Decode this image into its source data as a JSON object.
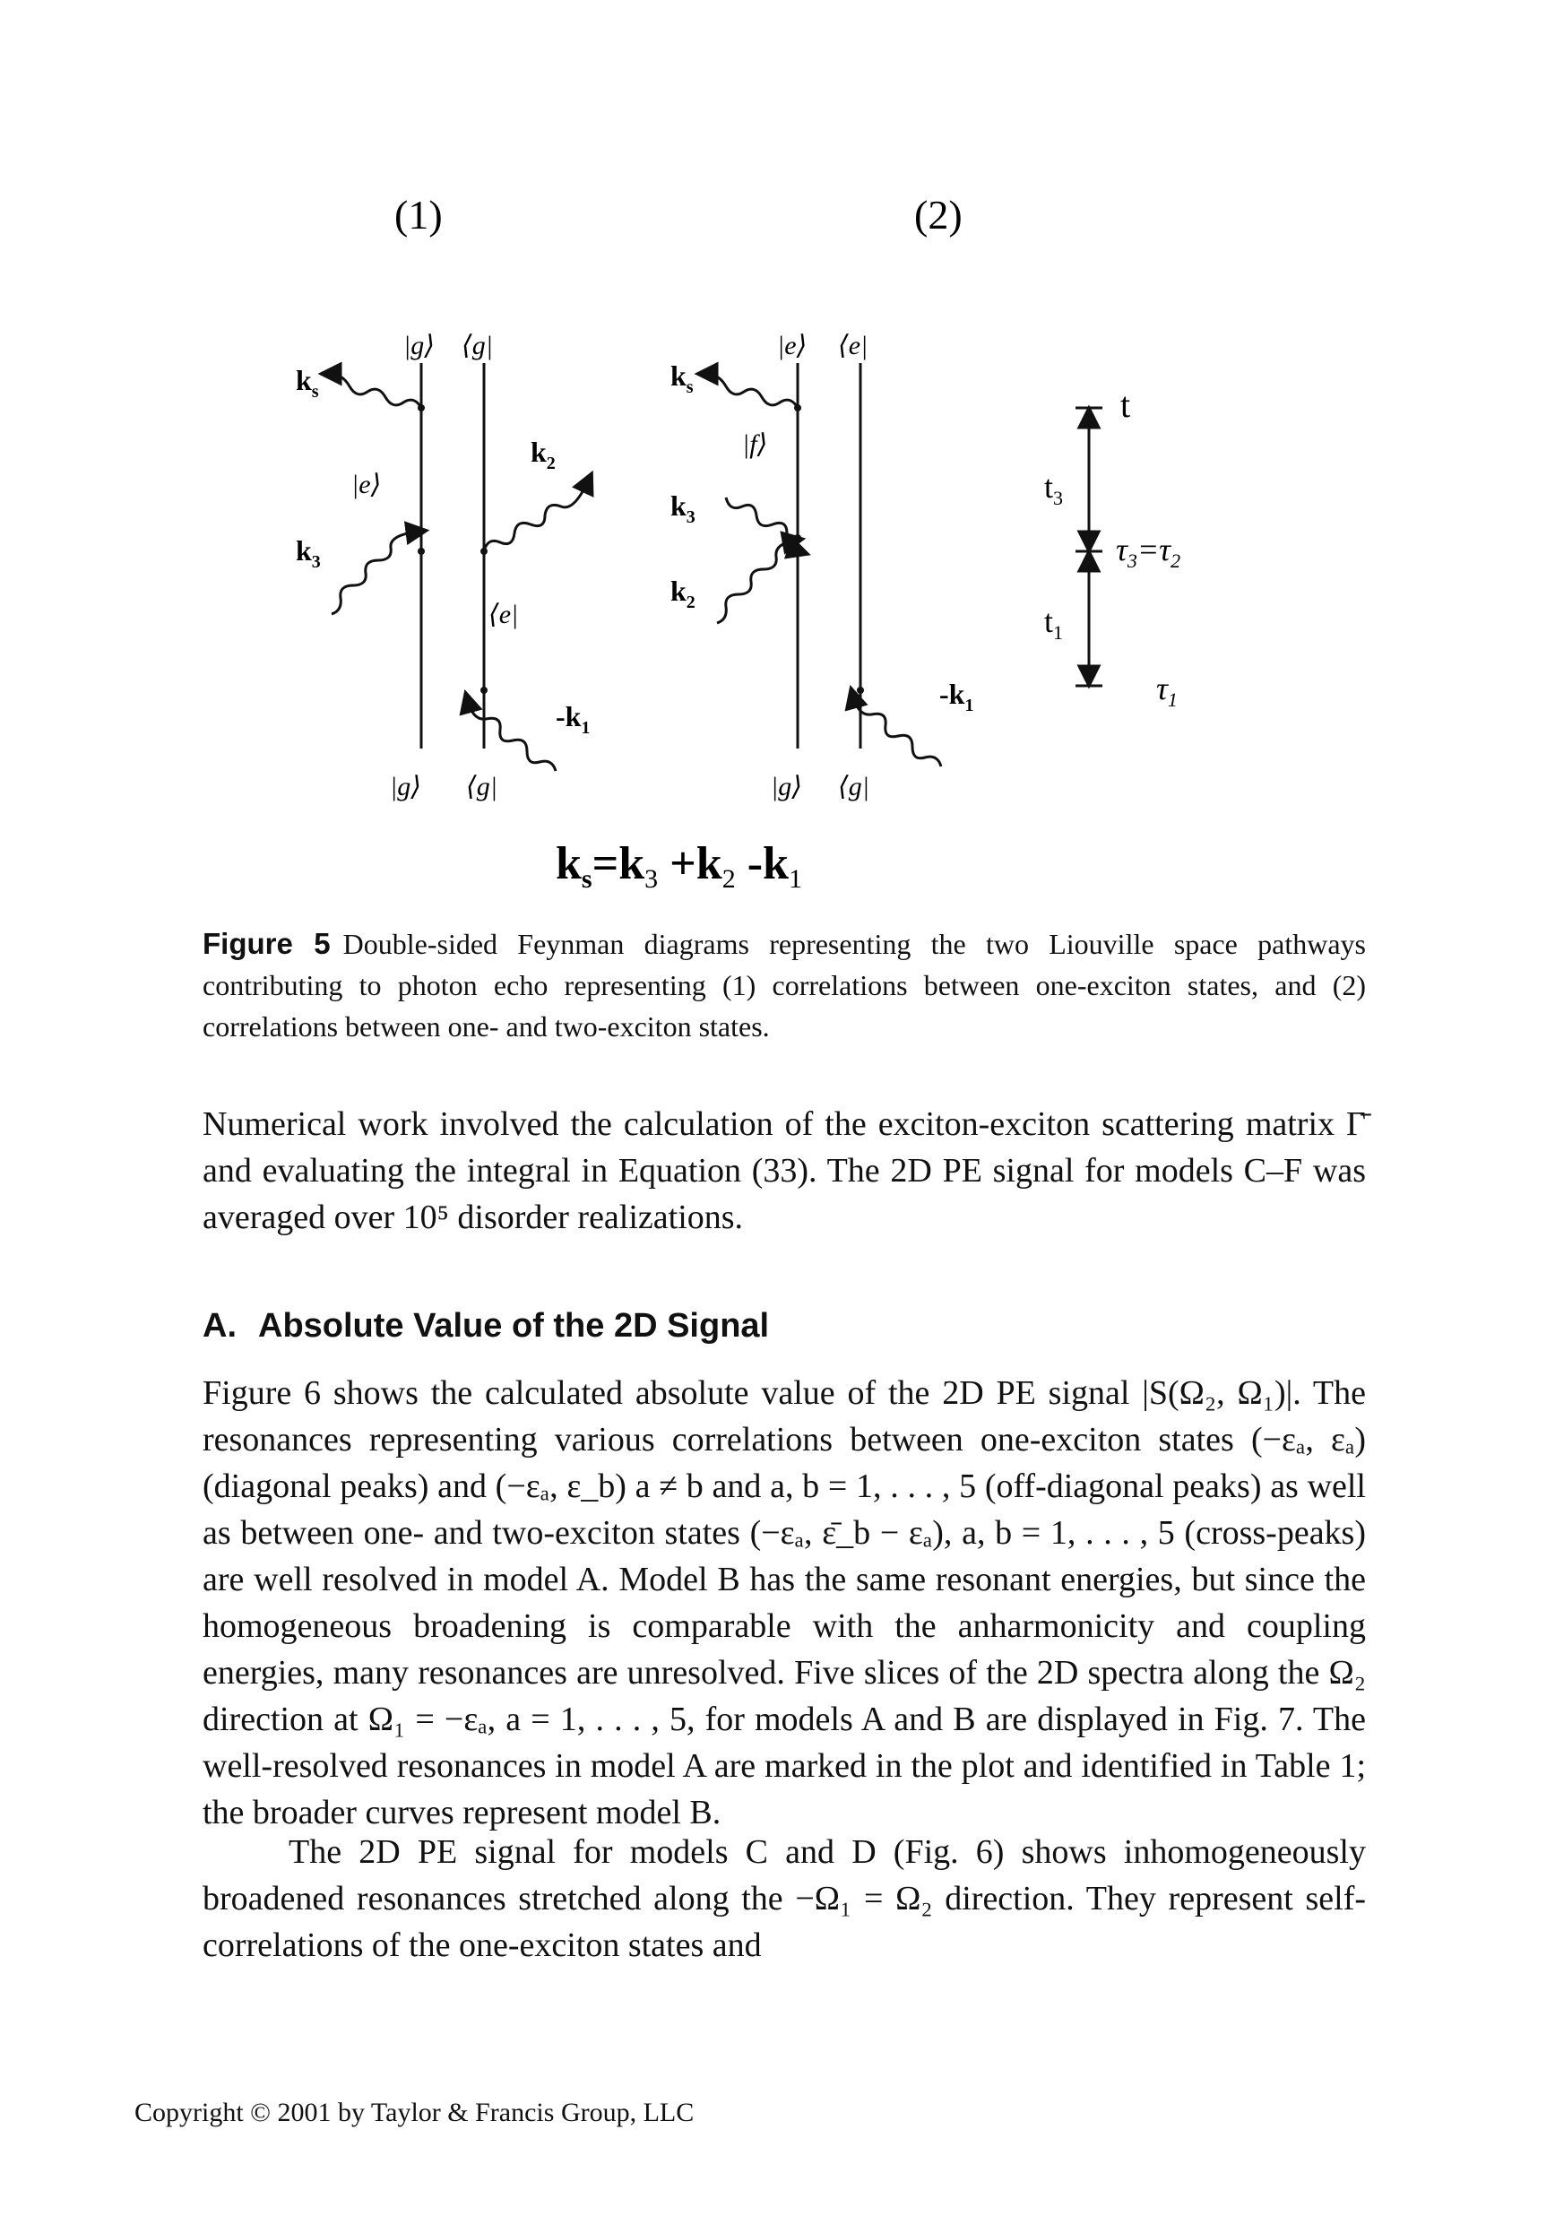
{
  "figure": {
    "panel_labels": [
      "(1)",
      "(2)"
    ],
    "diagram1": {
      "top_ket": "|g⟩",
      "top_bra": "⟨g|",
      "mid_ket": "|e⟩",
      "mid_bra": "⟨e|",
      "bottom_ket": "|g⟩",
      "bottom_bra": "⟨g|",
      "k_s": "k",
      "k_s_sub": "s",
      "k_3": "k",
      "k_3_sub": "3",
      "k_2": "k",
      "k_2_sub": "2",
      "k_1": "-k",
      "k_1_sub": "1"
    },
    "diagram2": {
      "top_ket": "|e⟩",
      "top_bra": "⟨e|",
      "mid_ket": "|f⟩",
      "bottom_ket": "|g⟩",
      "bottom_bra": "⟨g|",
      "k_s": "k",
      "k_s_sub": "s",
      "k_3": "k",
      "k_3_sub": "3",
      "k_2": "k",
      "k_2_sub": "2",
      "k_1": "-k",
      "k_1_sub": "1"
    },
    "timeline": {
      "t": "t",
      "t3": "t",
      "t3_sub": "3",
      "t1": "t",
      "t1_sub": "1",
      "tau32": "τ",
      "tau3_sub": "3",
      "tau_eq": "=τ",
      "tau2_sub": "2",
      "tau1": "τ",
      "tau1_sub": "1"
    },
    "equation": {
      "ks": "k",
      "ks_sub": "s",
      "eq": "=k",
      "k3_sub": "3",
      "plus": " +k",
      "k2_sub": "2",
      "minus": " -k",
      "k1_sub": "1"
    }
  },
  "caption": {
    "label": "Figure 5",
    "text": "Double-sided Feynman diagrams representing the two Liouville space pathways contributing to photon echo representing (1) correlations between one-exciton states, and (2) correlations between one- and two-exciton states."
  },
  "paragraph1": "Numerical work involved the calculation of the exciton-exciton scattering matrix Γ̄ and evaluating the integral in Equation (33). The 2D PE signal for models C–F was averaged over 10⁵ disorder realizations.",
  "section": {
    "number": "A.",
    "title": "Absolute Value of the 2D Signal"
  },
  "paragraph2": "Figure 6 shows the calculated absolute value of the 2D PE signal |S(Ω₂, Ω₁)|. The resonances representing various correlations between one-exciton states (−εₐ, εₐ) (diagonal peaks) and (−εₐ, ε_b) a ≠ b and a, b = 1, . . . , 5 (off-diagonal peaks) as well as between one- and two-exciton states (−εₐ, ε̄_b − εₐ), a, b = 1, . . . , 5 (cross-peaks) are well resolved in model A. Model B has the same resonant energies, but since the homogeneous broadening is comparable with the anharmonicity and coupling energies, many resonances are unresolved. Five slices of the 2D spectra along the Ω₂ direction at Ω₁ = −εₐ, a = 1, . . . , 5, for models A and B are displayed in Fig. 7. The well-resolved resonances in model A are marked in the plot and identified in Table 1; the broader curves represent model B.",
  "paragraph3": "The 2D PE signal for models C and D (Fig. 6) shows inhomogeneously broadened resonances stretched along the −Ω₁ = Ω₂ direction. They represent self-correlations of the one-exciton states and",
  "footer": "Copyright © 2001 by Taylor & Francis Group, LLC"
}
